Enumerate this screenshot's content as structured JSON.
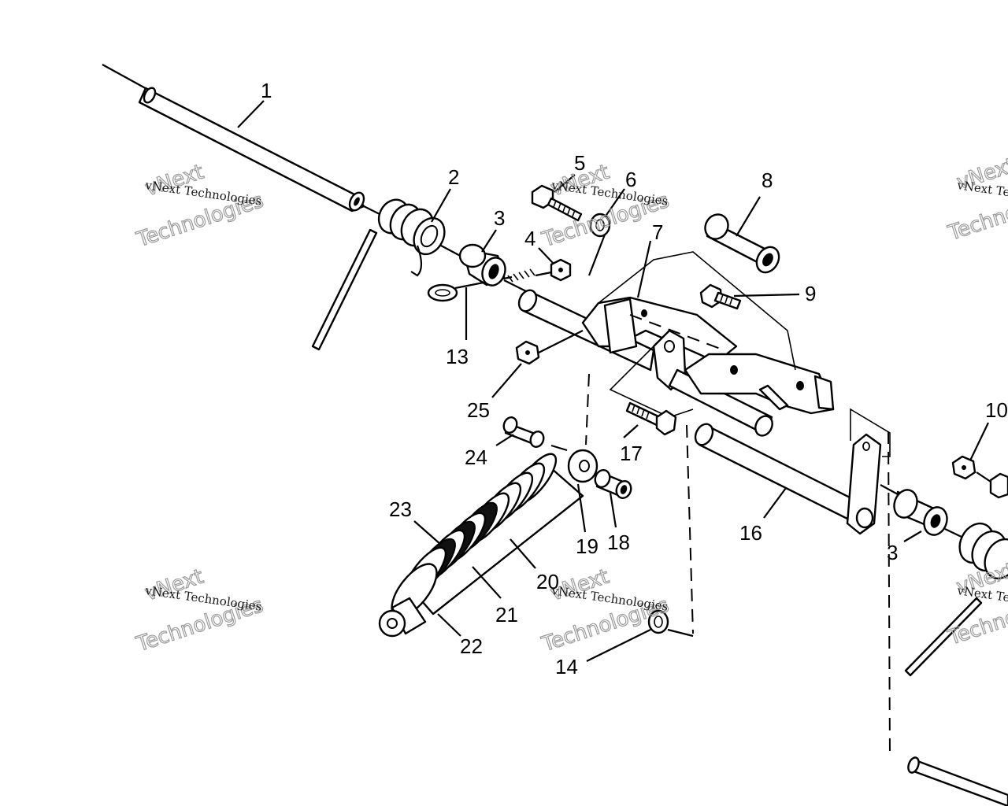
{
  "labels": {
    "l1": "1",
    "l2": "2",
    "l3a": "3",
    "l3b": "3",
    "l4": "4",
    "l5": "5",
    "l6": "6",
    "l7": "7",
    "l8": "8",
    "l9": "9",
    "l10": "10",
    "l13": "13",
    "l14": "14",
    "l16": "16",
    "l17": "17",
    "l18": "18",
    "l19": "19",
    "l20": "20",
    "l21": "21",
    "l22": "22",
    "l23": "23",
    "l24": "24",
    "l25": "25"
  },
  "watermark": {
    "line1": "vNext Technologies",
    "line2": "vNext",
    "line3": "Technologies"
  }
}
